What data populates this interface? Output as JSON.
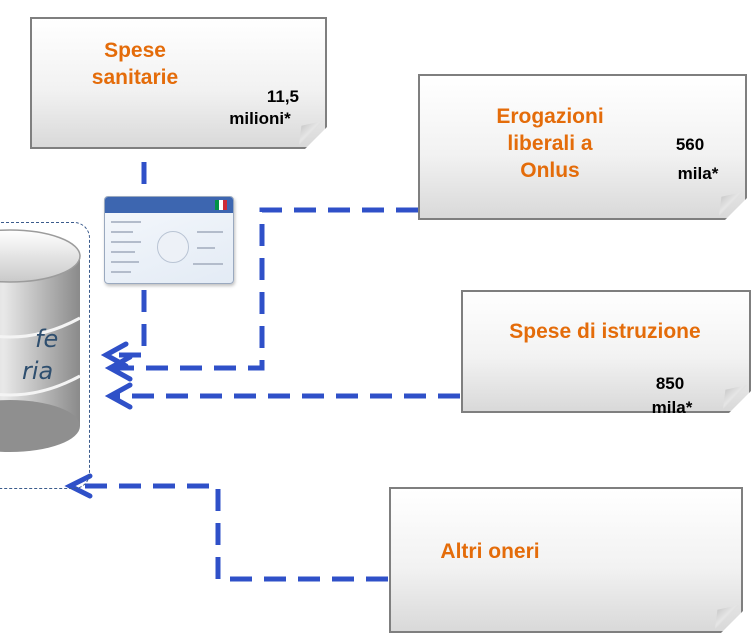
{
  "nodes": {
    "spese_sanitarie": {
      "title_lines": [
        "Spese",
        "sanitarie"
      ],
      "value_lines": [
        "11,5",
        "milioni*"
      ]
    },
    "erogazioni": {
      "title_lines": [
        "Erogazioni",
        "liberali a",
        "Onlus"
      ],
      "value_lines": [
        "560",
        "mila*"
      ]
    },
    "istruzione": {
      "title": "Spese di istruzione",
      "value_lines": [
        "850",
        "mila*"
      ]
    },
    "altri_oneri": {
      "title": "Altri oneri"
    }
  },
  "database": {
    "label_fragments": [
      "fe",
      "ria"
    ]
  },
  "colors": {
    "title_text": "#e46c0a",
    "arrow": "#2f50c8",
    "note_border": "#7f7f7f"
  },
  "icons": {
    "card": "tessera-sanitaria-card-icon",
    "database": "database-cylinder-icon"
  }
}
